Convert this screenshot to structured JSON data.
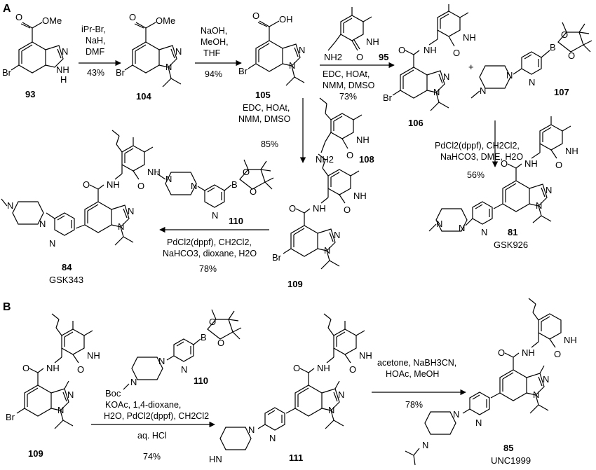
{
  "panels": [
    "A",
    "B"
  ],
  "compounds": {
    "c93": {
      "num": "93"
    },
    "c104": {
      "num": "104"
    },
    "c105": {
      "num": "105"
    },
    "c95": {
      "num": "95"
    },
    "c106": {
      "num": "106"
    },
    "c107": {
      "num": "107"
    },
    "c81": {
      "num": "81",
      "name": "GSK926"
    },
    "c108": {
      "num": "108"
    },
    "c109a": {
      "num": "109"
    },
    "c110a": {
      "num": "110"
    },
    "c84": {
      "num": "84",
      "name": "GSK343"
    },
    "c109b": {
      "num": "109"
    },
    "c110b": {
      "num": "110"
    },
    "c111": {
      "num": "111"
    },
    "c85": {
      "num": "85",
      "name": "UNC1999"
    }
  },
  "atoms": {
    "ome": "OMe",
    "oh": "OH",
    "o": "O",
    "n": "N",
    "nh": "NH",
    "h": "H",
    "br": "Br",
    "b": "B",
    "nh2": "NH2",
    "hn": "HN",
    "boc": "Boc"
  },
  "reactions": {
    "r1": {
      "line1": "iPr-Br,",
      "line2": "NaH,",
      "line3": "DMF",
      "yield": "43%"
    },
    "r2": {
      "line1": "NaOH,",
      "line2": "MeOH,",
      "line3": "THF",
      "yield": "94%"
    },
    "r3": {
      "line1": "EDC, HOAt,",
      "line2": "NMM, DMSO",
      "yield": "73%",
      "plus": "+"
    },
    "r4": {
      "line1": "EDC, HOAt,",
      "line2": "NMM, DMSO",
      "yield": "85%"
    },
    "r5": {
      "line1": "PdCl2(dppf), CH2Cl2,",
      "line2": "NaHCO3, DME, H2O",
      "yield": "56%"
    },
    "r6": {
      "line1": "PdCl2(dppf), CH2Cl2,",
      "line2": "NaHCO3, dioxane, H2O",
      "yield": "78%"
    },
    "r7": {
      "line1": "KOAc, 1,4-dioxane,",
      "line2": "H2O, PdCl2(dppf), CH2Cl2",
      "line3": "aq. HCl",
      "yield": "74%"
    },
    "r8": {
      "line1": "acetone, NaBH3CN,",
      "line2": "HOAc, MeOH",
      "yield": "78%"
    }
  }
}
